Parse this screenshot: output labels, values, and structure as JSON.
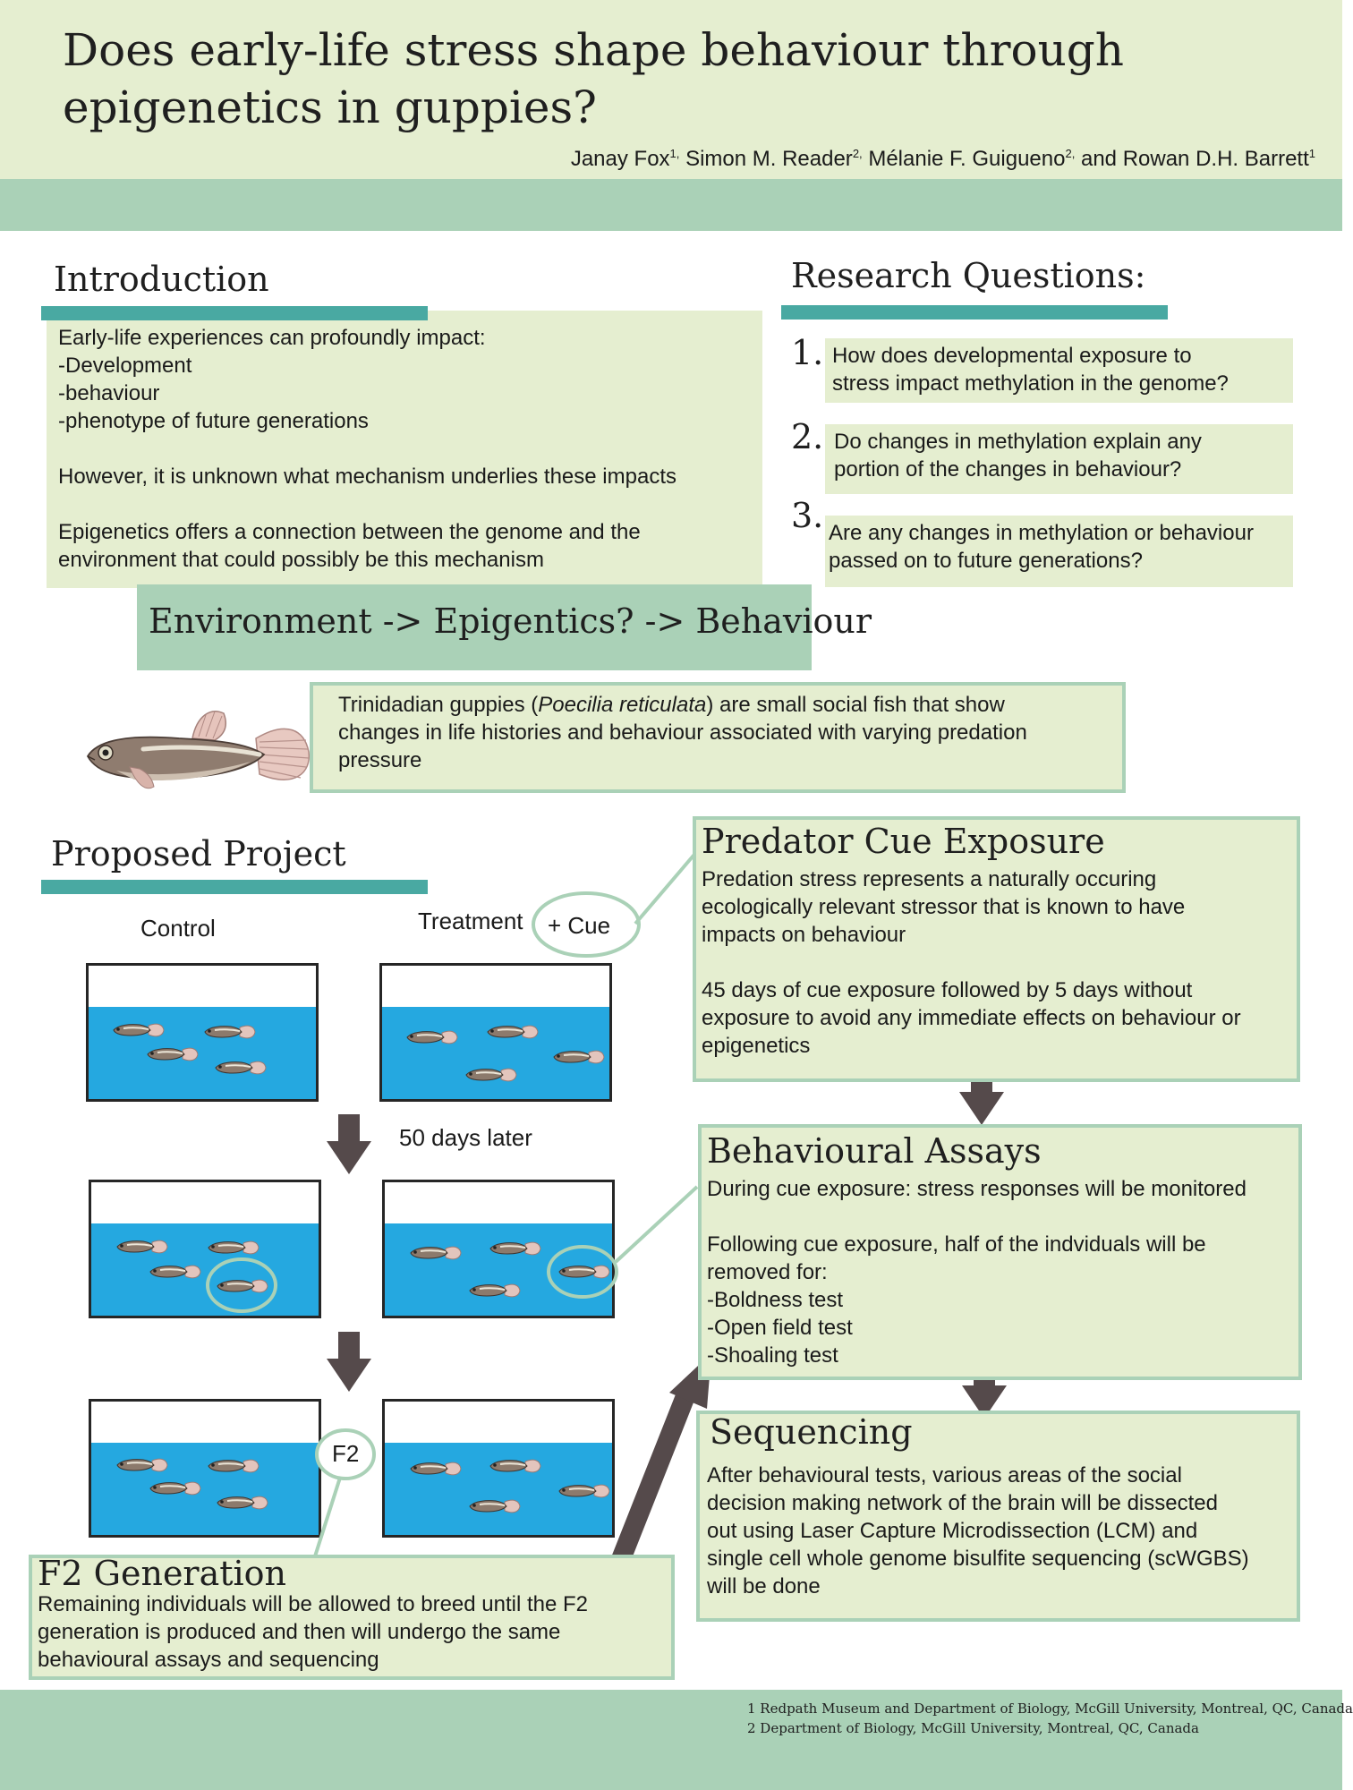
{
  "header": {
    "title_line1": "Does early-life stress shape behaviour through",
    "title_line2": "epigenetics in guppies?",
    "authors": [
      {
        "name": "Janay Fox",
        "sup": "1,"
      },
      {
        "name": "Simon M. Reader",
        "sup": "2,"
      },
      {
        "name": "Mélanie F. Guigueno",
        "sup": "2,"
      },
      {
        "name": "and Rowan D.H. Barrett",
        "sup": "1"
      }
    ]
  },
  "introduction": {
    "title": "Introduction",
    "lines": [
      "Early-life experiences can profoundly impact:",
      "-Development",
      "-behaviour",
      "-phenotype of future generations"
    ],
    "p2": "However, it is unknown what mechanism underlies these impacts",
    "p3_line1": "Epigenetics offers a connection between the genome and the",
    "p3_line2": "environment that could possibly be this mechanism"
  },
  "research_questions": {
    "title": "Research Questions:",
    "items": [
      {
        "num": "1.",
        "line1": "How does developmental exposure to",
        "line2": "stress impact methylation in the genome?"
      },
      {
        "num": "2.",
        "line1": "Do changes in methylation explain any",
        "line2": "portion of the changes in behaviour?"
      },
      {
        "num": "3.",
        "line1": "Are any changes in methylation or behaviour",
        "line2": "passed on to future generations?"
      }
    ]
  },
  "environment_banner": "Environment -> Epigentics? -> Behaviour",
  "guppies": {
    "pre": "Trinidadian guppies (",
    "species": "Poecilia reticulata",
    "line1_post": ") are small social fish that show",
    "line2": "changes in life histories and behaviour associated with varying predation",
    "line3": "pressure"
  },
  "proposed_project": {
    "title": "Proposed Project",
    "control_label": "Control",
    "treatment_label": "Treatment",
    "cue_label": "+ Cue",
    "days_later": "50 days later",
    "f2_label": "F2"
  },
  "predator_cue": {
    "title": "Predator Cue Exposure",
    "p1_line1": "Predation stress represents a naturally occuring",
    "p1_line2": "ecologically relevant stressor that is known to have",
    "p1_line3": "impacts on behaviour",
    "p2_line1": "45 days of cue exposure followed by 5 days without",
    "p2_line2": "exposure to avoid any immediate effects on behaviour or",
    "p2_line3": "epigenetics"
  },
  "behavioural_assays": {
    "title": "Behavioural Assays",
    "p1": "During cue exposure: stress responses will be monitored",
    "p2_line1": "Following cue exposure, half of the indviduals will be",
    "p2_line2": "removed for:",
    "tests": [
      "-Boldness test",
      "-Open field test",
      "-Shoaling test"
    ]
  },
  "sequencing": {
    "title": "Sequencing",
    "lines": [
      "After behavioural tests, various areas of the social",
      "decision making network of the brain will be dissected",
      "out using Laser Capture Microdissection (LCM) and",
      "single cell whole genome bisulfite sequencing (scWGBS)",
      "will be done"
    ]
  },
  "f2_generation": {
    "title": "F2 Generation",
    "lines": [
      "Remaining individuals will be allowed to breed until the F2",
      "generation is produced and then will undergo the same",
      "behavioural assays and sequencing"
    ]
  },
  "footnotes": [
    "1 Redpath Museum and Department of Biology, McGill University, Montreal, QC, Canada",
    "2 Department of Biology, McGill University, Montreal, QC, Canada"
  ],
  "colors": {
    "light_green": "#e5eed0",
    "mint": "#aad1b7",
    "teal": "#49a9a2",
    "water": "#25a8e0",
    "arrow": "#554a4b"
  }
}
